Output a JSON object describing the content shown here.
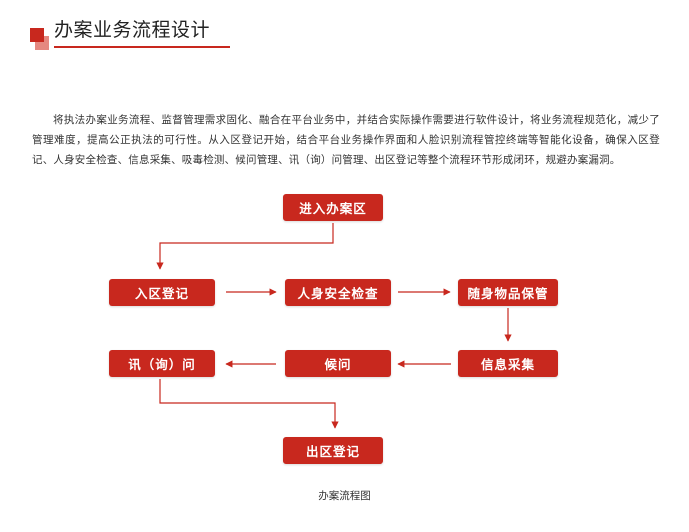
{
  "header": {
    "title": "办案业务流程设计"
  },
  "intro": {
    "paragraph": "将执法办案业务流程、监督管理需求固化、融合在平台业务中，并结合实际操作需要进行软件设计，将业务流程规范化，减少了管理难度，提高公正执法的可行性。从入区登记开始，结合平台业务操作界面和人脸识别流程管控终端等智能化设备，确保入区登记、人身安全检查、信息采集、吸毒检测、候问管理、讯（询）问管理、出区登记等整个流程环节形成闭环，规避办案漏洞。"
  },
  "flow": {
    "accent_color": "#c8281e",
    "nodes": {
      "enter": "进入办案区",
      "register": "入区登记",
      "safety_check": "人身安全检查",
      "storage": "随身物品保管",
      "info_collect": "信息采集",
      "waiting": "候问",
      "interrogation": "讯（询）问",
      "exit": "出区登记"
    },
    "caption": "办案流程图"
  }
}
